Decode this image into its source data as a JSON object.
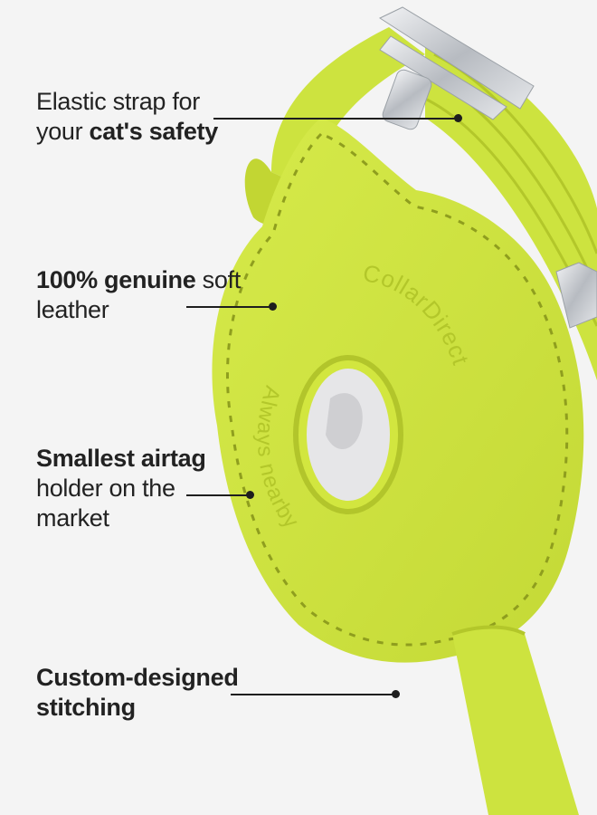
{
  "callouts": [
    {
      "line1": "Elastic strap for",
      "line2_normal": "your ",
      "line2_bold": "cat's safety"
    },
    {
      "line1_bold": "100% genuine",
      "line1_normal": " soft",
      "line2": "leather"
    },
    {
      "line1_bold": "Smallest airtag",
      "line2": "holder on the",
      "line3": "market"
    },
    {
      "line1_bold": "Custom-designed",
      "line2_bold": "stitching"
    }
  ],
  "embossing": {
    "brand": "CollarDirect",
    "slogan": "Always nearby"
  },
  "colors": {
    "leather": "#cde33f",
    "leather_shade": "#b9cd2c",
    "stitch": "#8f9e1e",
    "buckle": "#c9ccd0",
    "airtag": "#e6e6e8",
    "background": "#f4f4f4"
  }
}
